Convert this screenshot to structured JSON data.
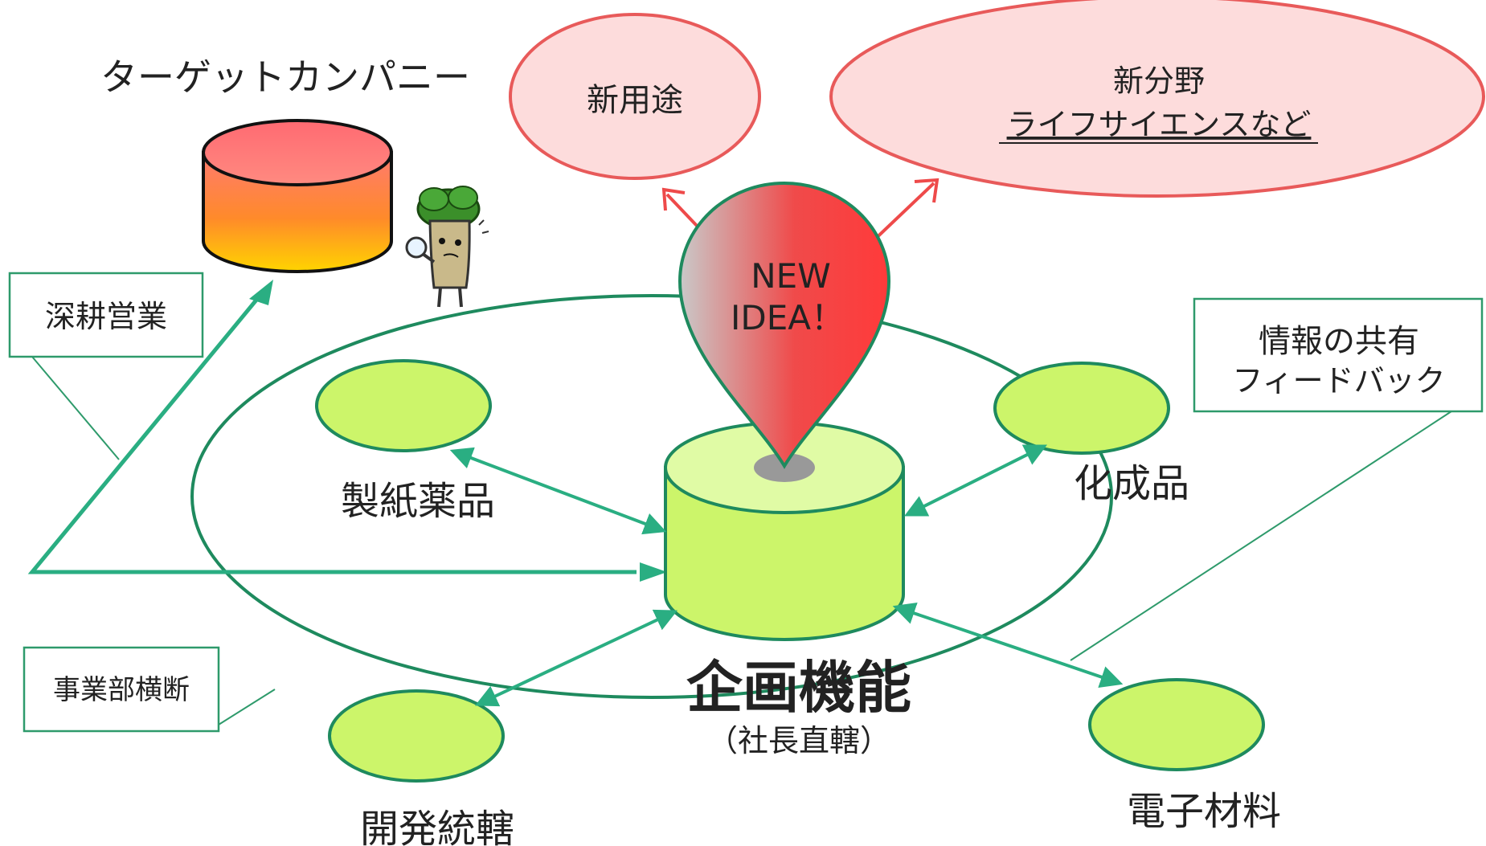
{
  "target": {
    "title": "ターゲットカンパニー"
  },
  "ideas": {
    "new_use": "新用途",
    "new_field_line1": "新分野",
    "new_field_line2": "ライフサイエンスなど"
  },
  "pin": {
    "line1": "NEW",
    "line2": "IDEA！"
  },
  "callouts": {
    "deep_sales": "深耕営業",
    "info_line1": "情報の共有",
    "info_line2": "フィードバック",
    "cross_division": "事業部横断"
  },
  "center": {
    "title": "企画機能",
    "subtitle": "（社長直轄）"
  },
  "divisions": {
    "paper": "製紙薬品",
    "chem": "化成品",
    "dev": "開発統轄",
    "elec": "電子材料"
  },
  "colors": {
    "green_fill": "#ccf56a",
    "green_stroke": "#1e8a5e",
    "red_text": "#e02020",
    "pin_red": "#f04a4a",
    "balloon_fill": "#fddcdc",
    "balloon_stroke": "#e85a5a"
  },
  "icons": {
    "mascot": "vegetable-mascot-with-magnifier-icon"
  }
}
